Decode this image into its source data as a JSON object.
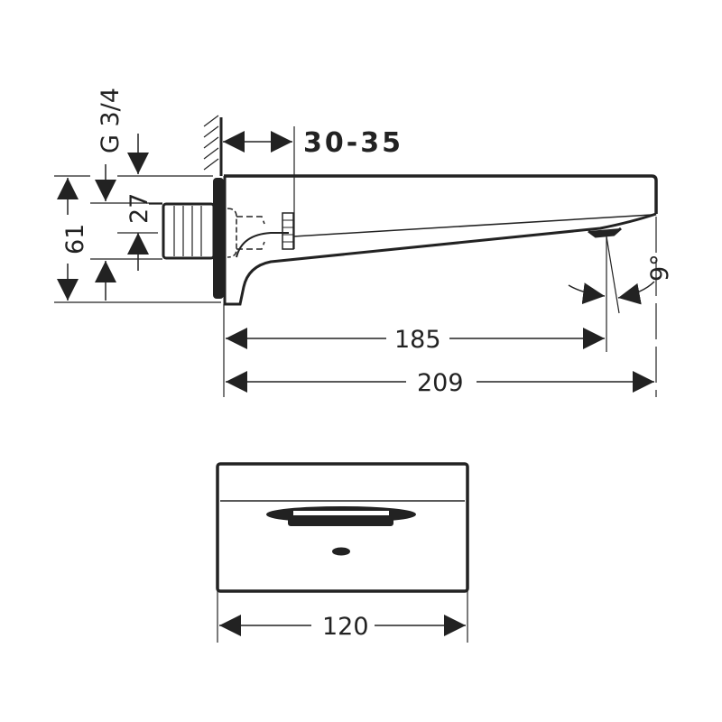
{
  "drawing": {
    "labels": {
      "thread": "G 3/4",
      "wall_distance": "30-35",
      "height_total": "61",
      "thread_height": "27",
      "projection": "185",
      "length": "209",
      "angle": "9°",
      "width": "120"
    },
    "colors": {
      "line": "#222222",
      "background": "#ffffff"
    }
  }
}
